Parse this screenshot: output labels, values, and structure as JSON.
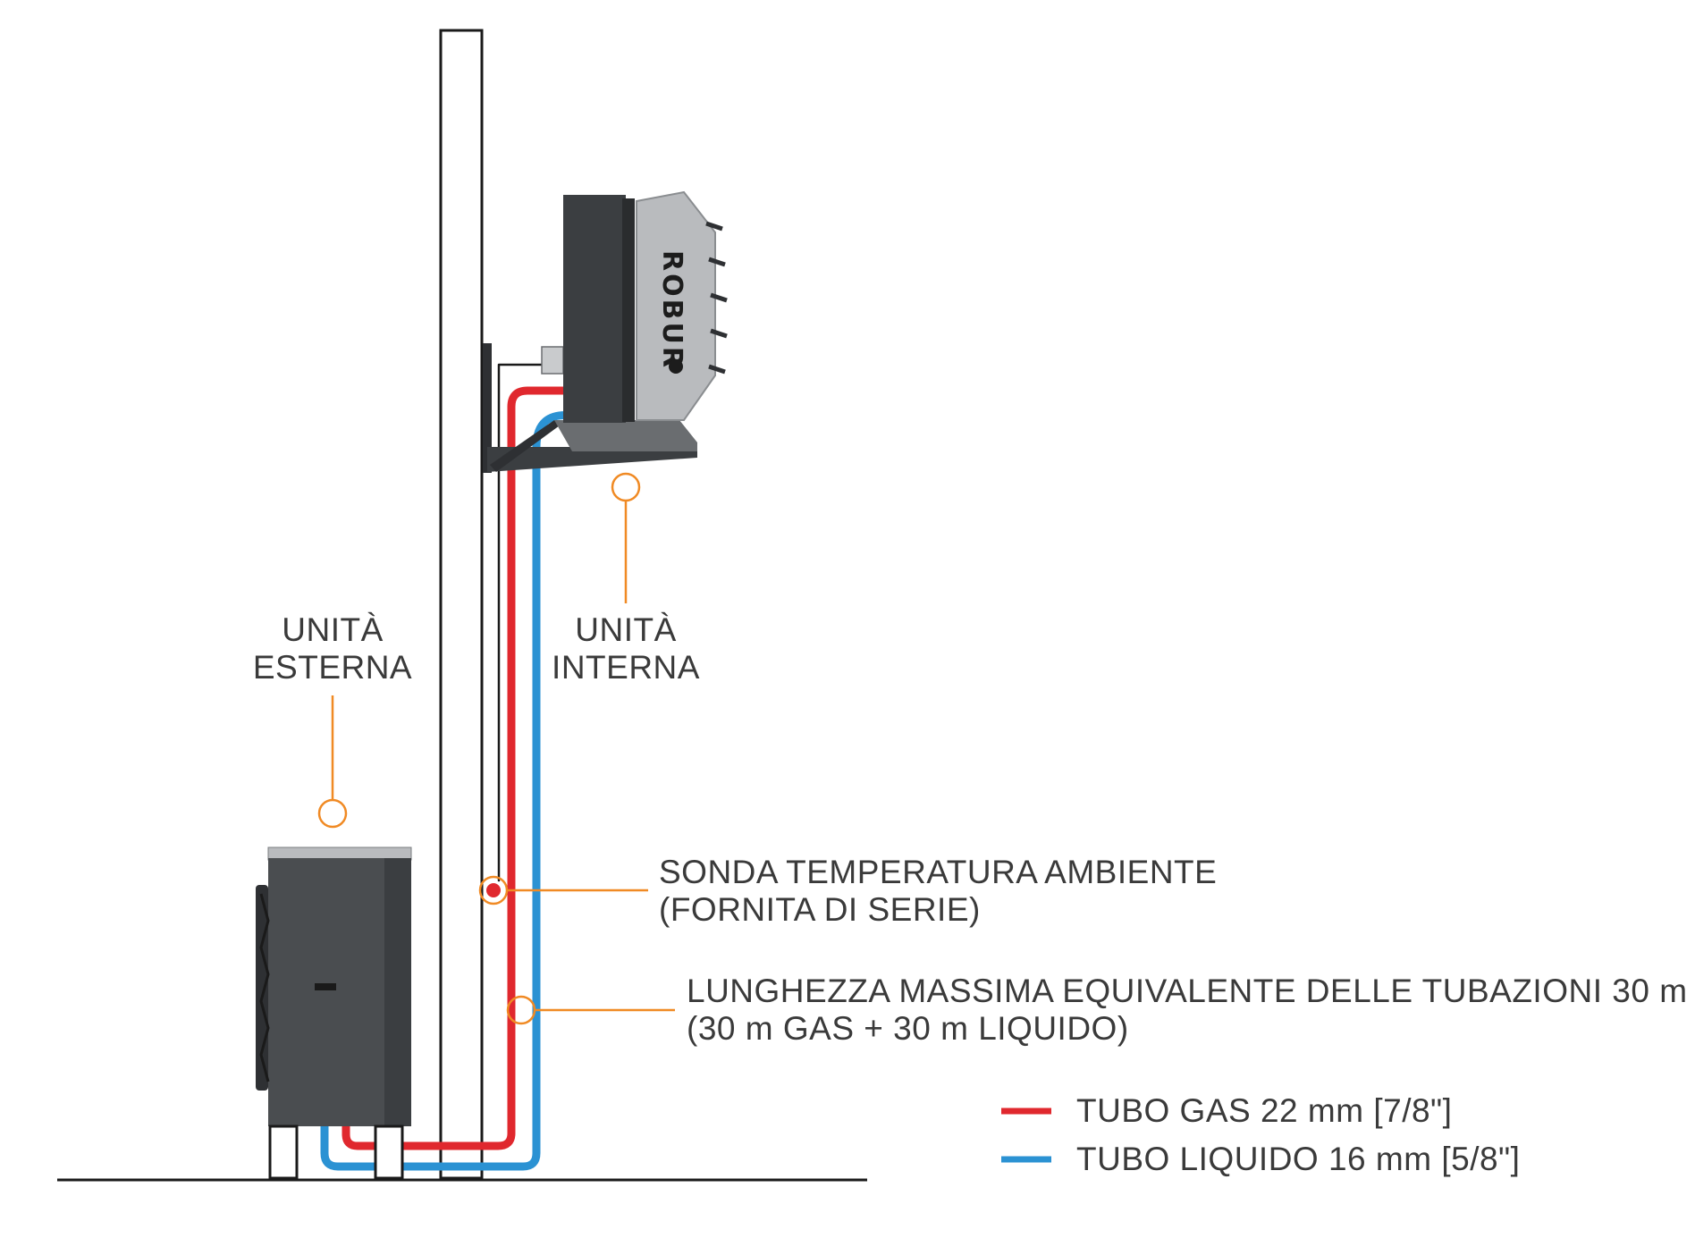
{
  "labels": {
    "outdoor_unit_line1": "UNITÀ",
    "outdoor_unit_line2": "ESTERNA",
    "indoor_unit_line1": "UNITÀ",
    "indoor_unit_line2": "INTERNA",
    "sensor_line1": "SONDA TEMPERATURA AMBIENTE",
    "sensor_line2": "(FORNITA DI SERIE)",
    "pipe_length_line1": "LUNGHEZZA MASSIMA EQUIVALENTE DELLE TUBAZIONI 30 m",
    "pipe_length_line2": "(30 m GAS + 30 m LIQUIDO)"
  },
  "logo": {
    "text": "ROBUR"
  },
  "legend": [
    {
      "label": "TUBO GAS 22 mm [7/8\"]",
      "color": "#e0282e"
    },
    {
      "label": "TUBO LIQUIDO 16 mm [5/8\"]",
      "color": "#2b92d3"
    }
  ],
  "colors": {
    "gas_pipe": "#e0282e",
    "liquid_pipe": "#2b92d3",
    "callout": "#f08a24",
    "unit_dark": "#4a4d50",
    "unit_panel": "#b9bbbe"
  }
}
